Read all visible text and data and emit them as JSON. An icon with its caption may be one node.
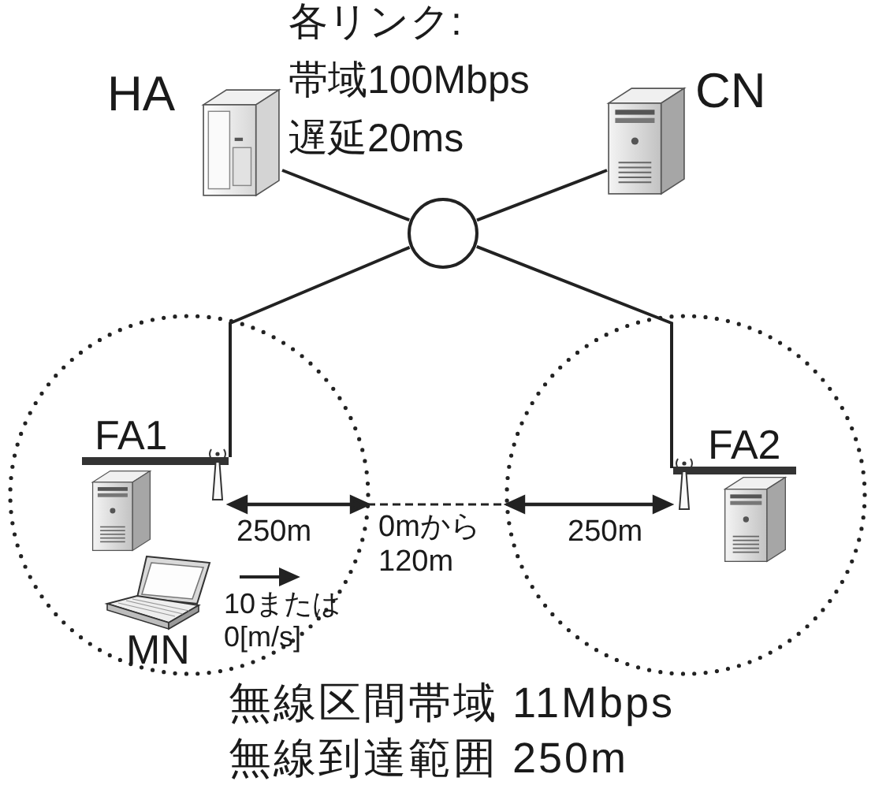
{
  "diagram": {
    "nodes": [
      {
        "text": [
          "HA"
        ]
      },
      {
        "text": [
          "CN"
        ]
      },
      {
        "text": [],
        "shape": "circle"
      },
      {
        "text": [],
        "shape": "circle"
      },
      {
        "text": [
          "FA1"
        ],
        "in": 3
      },
      {
        "text": [
          "MN"
        ],
        "in": 3,
        "beside": [
          "10または0[m/s]"
        ]
      },
      {
        "text": [],
        "shape": "circle"
      },
      {
        "text": [
          "FA2"
        ],
        "in": 6
      }
    ],
    "edges": [
      {
        "from": 0,
        "to": 2,
        "arrow": "none"
      },
      {
        "from": 1,
        "to": 2,
        "arrow": "none"
      },
      {
        "from": 2,
        "to": 4,
        "arrow": "none"
      },
      {
        "from": 2,
        "to": 7,
        "arrow": "none"
      }
    ],
    "labels": [
      "各リンク:",
      "帯域100Mbps",
      "遅延20ms",
      "250m",
      "0mから120m",
      "250m",
      "無線区間帯域 11Mbps",
      "無線到達範囲 250m"
    ]
  }
}
